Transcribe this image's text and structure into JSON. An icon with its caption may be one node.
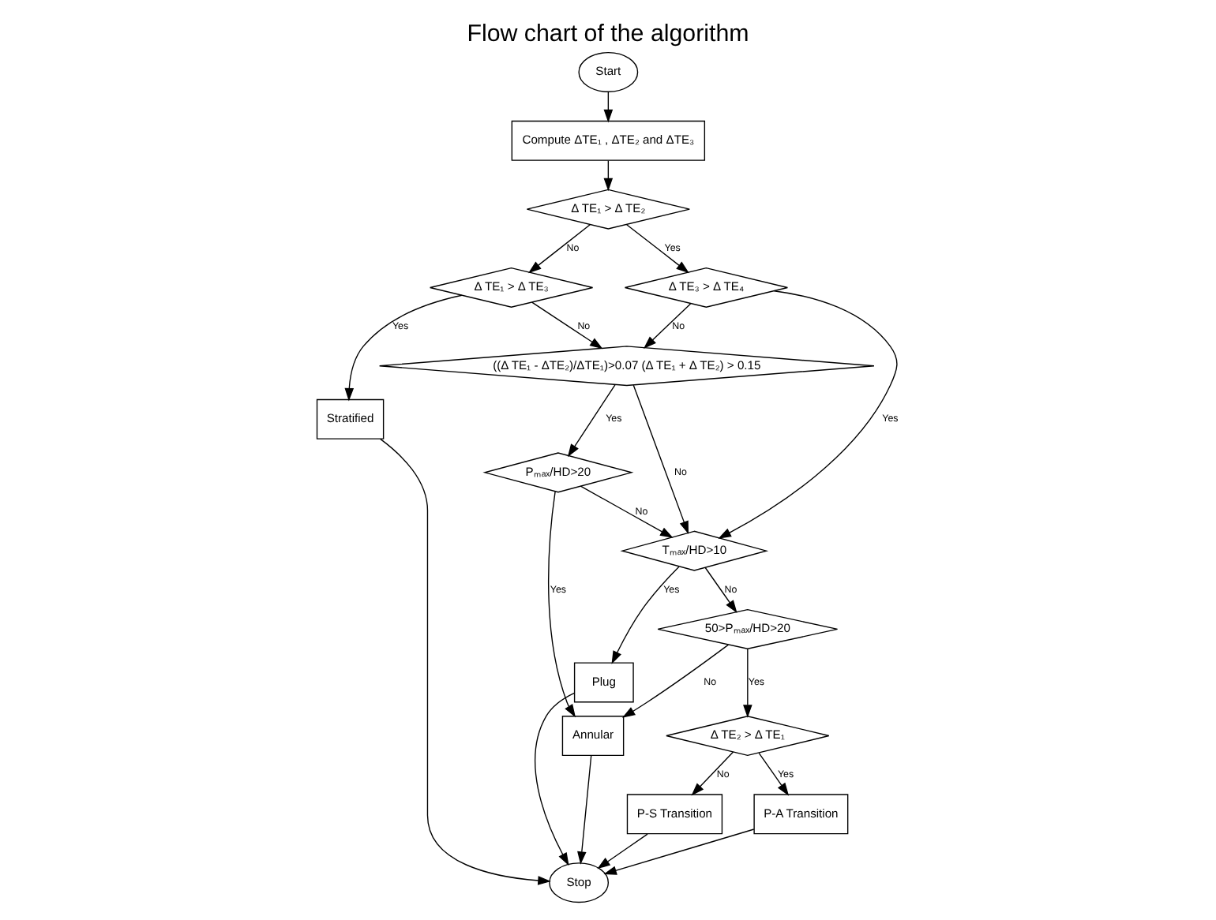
{
  "diagram": {
    "title": "Flow chart of the algorithm",
    "nodes": [
      {
        "text": [
          "Start"
        ]
      },
      {
        "text": [
          "Compute ΔTE₁ , ΔTE₂ and ΔTE₃"
        ]
      },
      {
        "text": [
          "Δ TE₁ > Δ TE₂"
        ]
      },
      {
        "text": [
          "Δ TE₁ > Δ TE₃"
        ]
      },
      {
        "text": [
          "Δ TE₃ > Δ TE₄"
        ]
      },
      {
        "text": [
          "((Δ TE₁ - ΔTE₂)/ΔTE₁)>0.07 (Δ TE₁ + Δ TE₂) > 0.15"
        ]
      },
      {
        "text": [
          "Stratified"
        ]
      },
      {
        "text": [
          "Tₘₐₓ/HD>10"
        ]
      },
      {
        "text": [
          "Pₘₐₓ/HD>20"
        ]
      },
      {
        "text": [
          "50>Pₘₐₓ/HD>20"
        ]
      },
      {
        "text": [
          "Δ TE₂ > Δ TE₁"
        ]
      },
      {
        "text": [
          "Plug"
        ]
      },
      {
        "text": [
          "P-A Transition"
        ]
      },
      {
        "text": [
          "P-S Transition"
        ]
      },
      {
        "text": [
          "Annular"
        ]
      },
      {
        "text": [
          "Stop"
        ]
      }
    ],
    "edges": [
      {
        "from": 0,
        "to": 1,
        "arrow": "to"
      },
      {
        "from": 1,
        "to": 2,
        "arrow": "to"
      },
      {
        "from": 2,
        "to": 3,
        "arrow": "to",
        "label": "No"
      },
      {
        "from": 2,
        "to": 4,
        "arrow": "to",
        "label": "Yes"
      },
      {
        "from": 3,
        "to": 5,
        "arrow": "to",
        "label": "No"
      },
      {
        "from": 3,
        "to": 6,
        "arrow": "to",
        "label": "Yes"
      },
      {
        "from": 4,
        "to": 5,
        "arrow": "to",
        "label": "No"
      },
      {
        "from": 4,
        "to": 7,
        "arrow": "to",
        "label": "Yes"
      },
      {
        "from": 5,
        "to": 7,
        "arrow": "to",
        "label": "No"
      },
      {
        "from": 5,
        "to": 8,
        "arrow": "to",
        "label": "Yes"
      },
      {
        "from": 8,
        "to": 7,
        "arrow": "to",
        "label": "No"
      },
      {
        "from": 8,
        "to": 14,
        "arrow": "to",
        "label": "Yes"
      },
      {
        "from": 7,
        "to": 9,
        "arrow": "to",
        "label": "No"
      },
      {
        "from": 7,
        "to": 11,
        "arrow": "to",
        "label": "Yes"
      },
      {
        "from": 9,
        "to": 10,
        "arrow": "to",
        "label": "Yes"
      },
      {
        "from": 9,
        "to": 14,
        "arrow": "to",
        "label": "No"
      },
      {
        "from": 10,
        "to": 12,
        "arrow": "to",
        "label": "Yes"
      },
      {
        "from": 10,
        "to": 13,
        "arrow": "to",
        "label": "No"
      },
      {
        "from": 11,
        "to": 15,
        "arrow": "to"
      },
      {
        "from": 12,
        "to": 15,
        "arrow": "to"
      },
      {
        "from": 13,
        "to": 15,
        "arrow": "to"
      },
      {
        "from": 14,
        "to": 15,
        "arrow": "to"
      },
      {
        "from": 6,
        "to": 15,
        "arrow": "to"
      }
    ]
  }
}
